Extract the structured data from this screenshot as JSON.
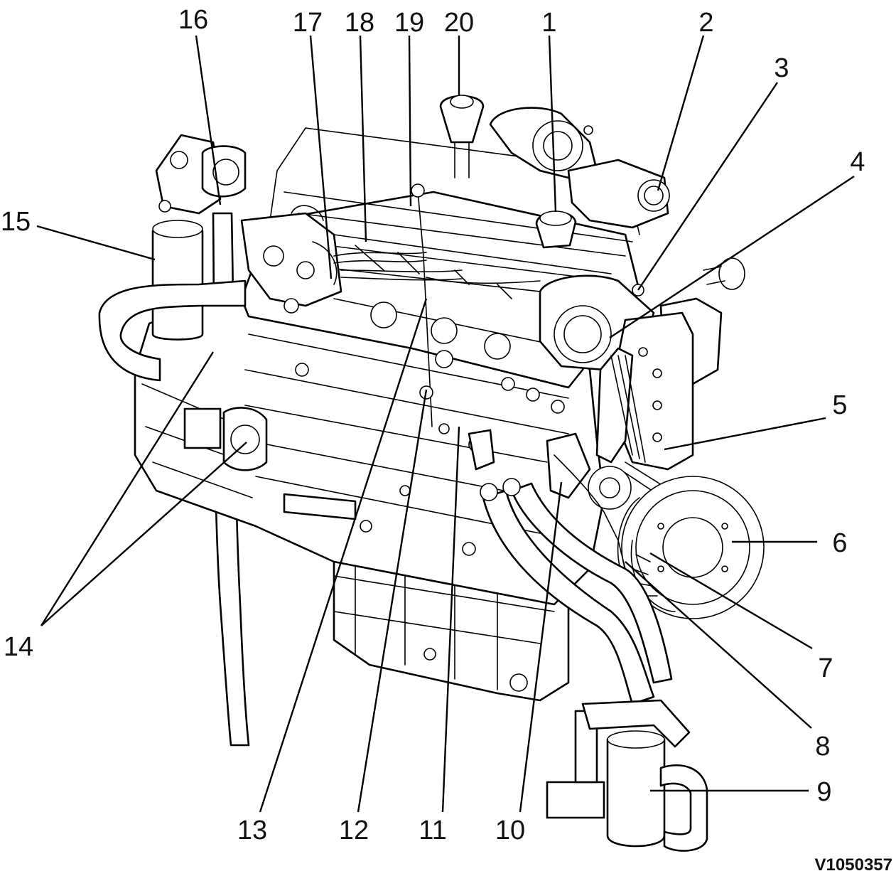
{
  "figure": {
    "reference_code": "V1050357"
  },
  "callouts": [
    {
      "id": "1",
      "label": "1"
    },
    {
      "id": "2",
      "label": "2"
    },
    {
      "id": "3",
      "label": "3"
    },
    {
      "id": "4",
      "label": "4"
    },
    {
      "id": "5",
      "label": "5"
    },
    {
      "id": "6",
      "label": "6"
    },
    {
      "id": "7",
      "label": "7"
    },
    {
      "id": "8",
      "label": "8"
    },
    {
      "id": "9",
      "label": "9"
    },
    {
      "id": "10",
      "label": "10"
    },
    {
      "id": "11",
      "label": "11"
    },
    {
      "id": "12",
      "label": "12"
    },
    {
      "id": "13",
      "label": "13"
    },
    {
      "id": "14",
      "label": "14"
    },
    {
      "id": "15",
      "label": "15"
    },
    {
      "id": "16",
      "label": "16"
    },
    {
      "id": "17",
      "label": "17"
    },
    {
      "id": "18",
      "label": "18"
    },
    {
      "id": "19",
      "label": "19"
    },
    {
      "id": "20",
      "label": "20"
    }
  ]
}
